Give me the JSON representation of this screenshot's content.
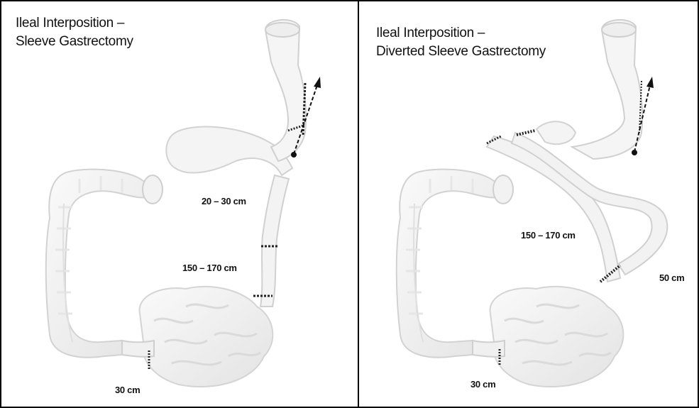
{
  "panels": [
    {
      "title_line1": "Ileal Interposition –",
      "title_line2": "Sleeve Gastrectomy",
      "labels": [
        "20 – 30 cm",
        "150 – 170 cm",
        "30 cm"
      ]
    },
    {
      "title_line1": "Ileal Interposition –",
      "title_line2": "Diverted Sleeve Gastrectomy",
      "labels": [
        "150 – 170 cm",
        "50 cm",
        "30 cm"
      ]
    }
  ]
}
